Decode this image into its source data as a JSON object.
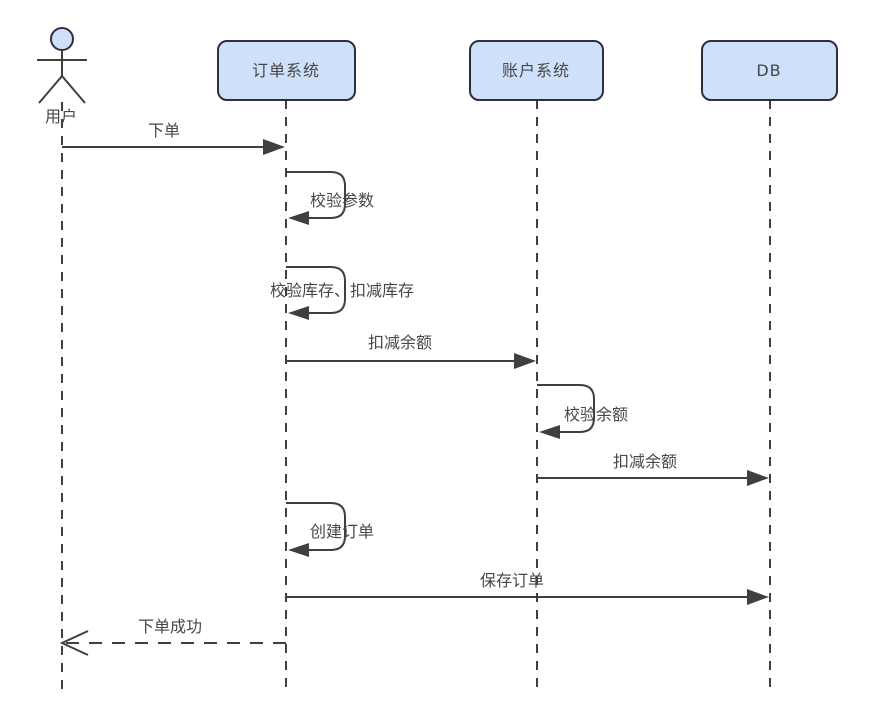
{
  "theme": {
    "background": "#ffffff",
    "node_fill": "#cfe0fb",
    "node_border": "#2e2e3f",
    "line_color": "#3f3f3f",
    "text_color": "#474747"
  },
  "diagram": {
    "type": "uml-sequence"
  },
  "participants": [
    {
      "id": "user",
      "kind": "actor",
      "label": "用户"
    },
    {
      "id": "order",
      "kind": "box",
      "label": "订单系统"
    },
    {
      "id": "account",
      "kind": "box",
      "label": "账户系统"
    },
    {
      "id": "db",
      "kind": "box",
      "label": "DB"
    }
  ],
  "messages": [
    {
      "from": "user",
      "to": "order",
      "style": "solid",
      "label": "下单"
    },
    {
      "from": "order",
      "to": "order",
      "style": "self",
      "label": "校验参数"
    },
    {
      "from": "order",
      "to": "order",
      "style": "self",
      "label": "校验库存、扣减库存"
    },
    {
      "from": "order",
      "to": "account",
      "style": "solid",
      "label": "扣减余额"
    },
    {
      "from": "account",
      "to": "account",
      "style": "self",
      "label": "校验余额"
    },
    {
      "from": "account",
      "to": "db",
      "style": "solid",
      "label": "扣减余额"
    },
    {
      "from": "order",
      "to": "order",
      "style": "self",
      "label": "创建订单"
    },
    {
      "from": "order",
      "to": "db",
      "style": "solid",
      "label": "保存订单"
    },
    {
      "from": "order",
      "to": "user",
      "style": "dashed-return",
      "label": "下单成功"
    }
  ]
}
